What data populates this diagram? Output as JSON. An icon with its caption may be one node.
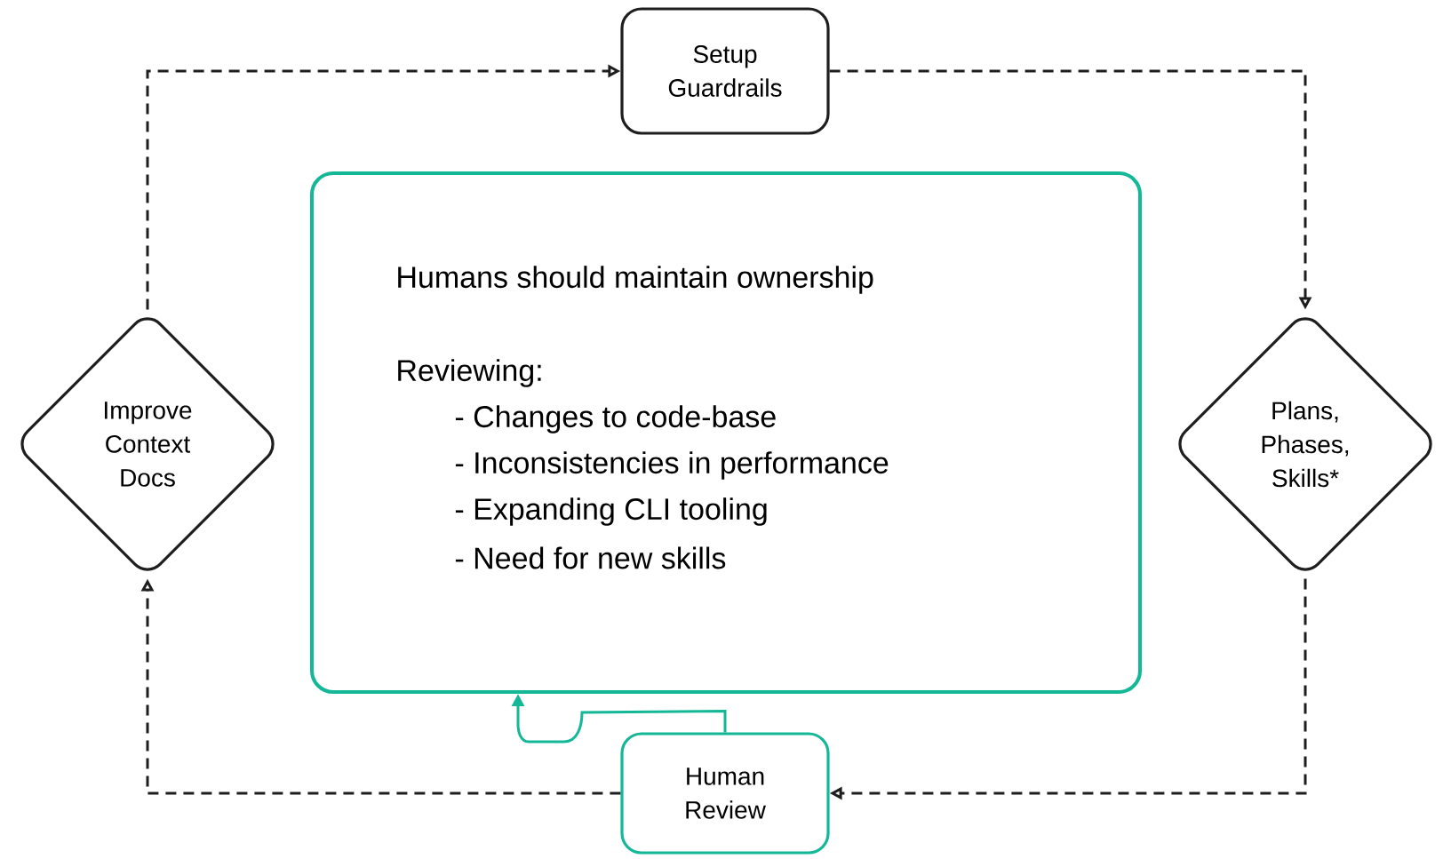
{
  "diagram": {
    "nodes": [
      {
        "text": [
          "Setup Guardrails"
        ]
      },
      {
        "text": [
          "Humans should maintain ownership",
          "Reviewing:",
          "- Changes to code-base",
          "- Inconsistencies in performance",
          "- Expanding CLI tooling",
          "- Need for new skills"
        ]
      },
      {
        "text": [
          "Improve Context Docs"
        ]
      },
      {
        "text": [
          "Plans, Phases, Skills*"
        ]
      },
      {
        "text": [
          "Human Review"
        ]
      }
    ],
    "edges": [
      {
        "from": 2,
        "to": 0,
        "arrow": "to",
        "style": "dashed"
      },
      {
        "from": 0,
        "to": 3,
        "arrow": "to",
        "style": "dashed"
      },
      {
        "from": 3,
        "to": 4,
        "arrow": "to",
        "style": "dashed"
      },
      {
        "from": 4,
        "to": 2,
        "arrow": "to",
        "style": "dashed"
      },
      {
        "from": 4,
        "to": 1,
        "arrow": "to",
        "color": "#14b897"
      }
    ]
  }
}
